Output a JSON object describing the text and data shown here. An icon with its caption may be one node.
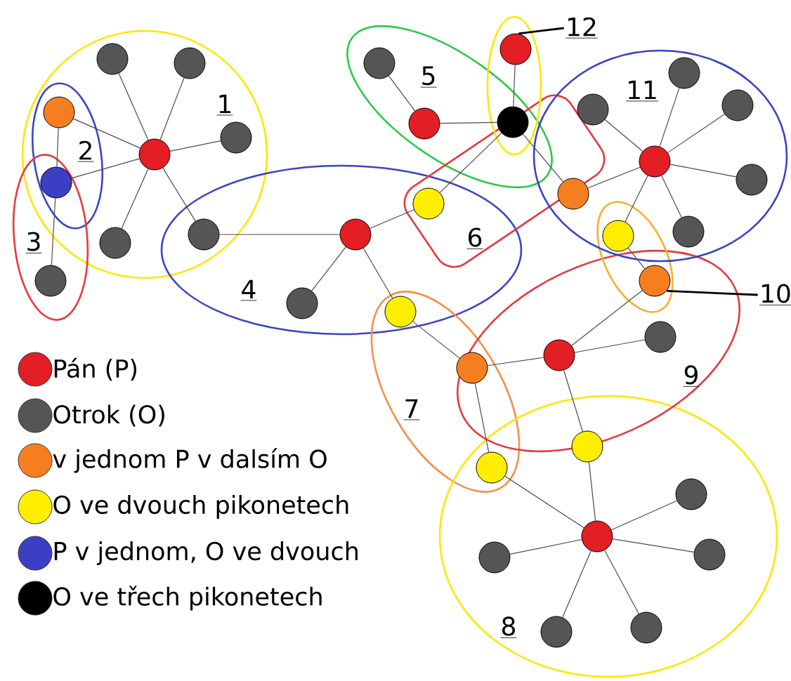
{
  "diagram": {
    "nodes": [
      {
        "text": [
          "12"
        ]
      },
      {
        "text": [
          "10"
        ]
      },
      {
        "text": [],
        "shape": "circle"
      },
      {
        "text": [],
        "shape": "circle"
      },
      {
        "text": [],
        "shape": "circle"
      },
      {
        "text": [],
        "shape": "circle"
      },
      {
        "text": [],
        "shape": "circle"
      },
      {
        "text": [],
        "shape": "circle"
      },
      {
        "text": [],
        "shape": "circle"
      },
      {
        "text": [],
        "shape": "circle"
      },
      {
        "text": [],
        "shape": "circle"
      },
      {
        "text": [],
        "shape": "circle"
      },
      {
        "text": [],
        "shape": "circle"
      },
      {
        "text": [],
        "shape": "circle"
      },
      {
        "text": [],
        "shape": "circle"
      },
      {
        "text": [],
        "shape": "circle"
      },
      {
        "text": [],
        "shape": "circle"
      },
      {
        "text": [],
        "shape": "circle"
      },
      {
        "text": [],
        "shape": "circle"
      },
      {
        "text": [],
        "shape": "circle"
      },
      {
        "text": [],
        "shape": "circle"
      },
      {
        "text": [],
        "shape": "circle"
      },
      {
        "text": [],
        "shape": "circle"
      },
      {
        "text": [],
        "shape": "circle"
      },
      {
        "text": [],
        "shape": "circle"
      },
      {
        "text": [],
        "shape": "circle"
      },
      {
        "text": [],
        "shape": "circle"
      },
      {
        "text": [],
        "shape": "circle"
      },
      {
        "text": [],
        "shape": "circle"
      },
      {
        "text": [],
        "shape": "circle"
      },
      {
        "text": [],
        "shape": "circle"
      },
      {
        "text": [],
        "shape": "circle"
      },
      {
        "text": [],
        "shape": "circle"
      },
      {
        "text": [],
        "shape": "circle"
      },
      {
        "text": [],
        "shape": "circle"
      },
      {
        "text": [],
        "shape": "circle"
      },
      {
        "text": [],
        "shape": "circle"
      },
      {
        "text": [],
        "shape": "circle"
      },
      {
        "text": [],
        "shape": "circle"
      }
    ],
    "edges": [
      {
        "from": 2,
        "to": 3,
        "arrow": "none"
      },
      {
        "from": 2,
        "to": 4,
        "arrow": "none"
      },
      {
        "from": 2,
        "to": 5,
        "arrow": "none"
      },
      {
        "from": 2,
        "to": 6,
        "arrow": "none"
      },
      {
        "from": 2,
        "to": 7,
        "arrow": "none"
      },
      {
        "from": 2,
        "to": 8,
        "arrow": "none"
      },
      {
        "from": 2,
        "to": 9,
        "arrow": "none"
      },
      {
        "from": 8,
        "to": 9,
        "arrow": "none"
      },
      {
        "from": 9,
        "to": 10,
        "arrow": "none"
      },
      {
        "from": 11,
        "to": 7,
        "arrow": "none"
      },
      {
        "from": 11,
        "to": 12,
        "arrow": "none"
      },
      {
        "from": 11,
        "to": 13,
        "arrow": "none"
      },
      {
        "from": 11,
        "to": 14,
        "arrow": "none"
      },
      {
        "from": 15,
        "to": 16,
        "arrow": "none"
      },
      {
        "from": 16,
        "to": 18,
        "arrow": "none"
      },
      {
        "from": 17,
        "to": 18,
        "arrow": "none"
      },
      {
        "from": 18,
        "to": 13,
        "arrow": "none"
      },
      {
        "from": 18,
        "to": 19,
        "arrow": "none"
      },
      {
        "from": 20,
        "to": 19,
        "arrow": "none"
      },
      {
        "from": 20,
        "to": 21,
        "arrow": "none"
      },
      {
        "from": 20,
        "to": 22,
        "arrow": "none"
      },
      {
        "from": 20,
        "to": 23,
        "arrow": "none"
      },
      {
        "from": 20,
        "to": 24,
        "arrow": "none"
      },
      {
        "from": 20,
        "to": 25,
        "arrow": "none"
      },
      {
        "from": 20,
        "to": 26,
        "arrow": "none"
      },
      {
        "from": 26,
        "to": 27,
        "arrow": "none"
      },
      {
        "from": 27,
        "to": 28,
        "arrow": "none"
      },
      {
        "from": 28,
        "to": 29,
        "arrow": "none"
      },
      {
        "from": 28,
        "to": 30,
        "arrow": "none"
      },
      {
        "from": 28,
        "to": 31,
        "arrow": "none"
      },
      {
        "from": 14,
        "to": 30,
        "arrow": "none"
      },
      {
        "from": 30,
        "to": 32,
        "arrow": "none"
      },
      {
        "from": 33,
        "to": 32,
        "arrow": "none"
      },
      {
        "from": 33,
        "to": 31,
        "arrow": "none"
      },
      {
        "from": 33,
        "to": 34,
        "arrow": "none"
      },
      {
        "from": 33,
        "to": 35,
        "arrow": "none"
      },
      {
        "from": 33,
        "to": 36,
        "arrow": "none"
      },
      {
        "from": 33,
        "to": 37,
        "arrow": "none"
      },
      {
        "from": 33,
        "to": 38,
        "arrow": "none"
      },
      {
        "from": 0,
        "to": 17,
        "arrow": "none"
      },
      {
        "from": 1,
        "to": 27,
        "arrow": "none"
      }
    ],
    "labels": [
      "1",
      "2",
      "3",
      "4",
      "5",
      "6",
      "7",
      "8",
      "9",
      "11"
    ],
    "legend": [
      {
        "text": "Pán (P)",
        "color": "#e31e24"
      },
      {
        "text": "Otrok (O)",
        "color": "#555555"
      },
      {
        "text": "v jednom P v dalsím O",
        "color": "#f57f20"
      },
      {
        "text": "O ve dvouch pikonetech",
        "color": "#ffee00"
      },
      {
        "text": "P v jednom, O ve dvouch",
        "color": "#3c3fc4"
      },
      {
        "text": "O ve třech pikonetech",
        "color": "#000000"
      }
    ]
  }
}
